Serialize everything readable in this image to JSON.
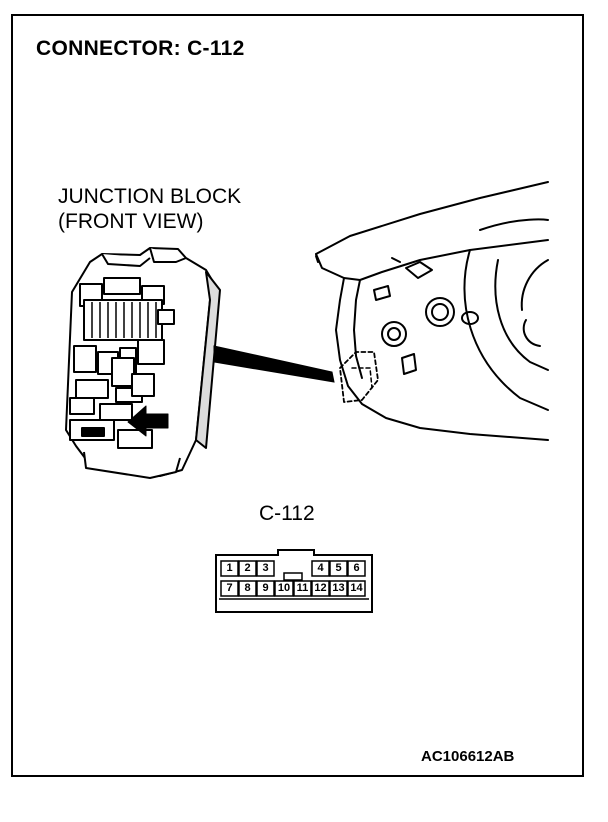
{
  "header": {
    "title": "CONNECTOR: C-112"
  },
  "junction_block": {
    "line1": "JUNCTION BLOCK",
    "line2": "(FRONT VIEW)"
  },
  "connector": {
    "label": "C-112",
    "top_row": [
      "1",
      "2",
      "3",
      "4",
      "5",
      "6"
    ],
    "bottom_row": [
      "7",
      "8",
      "9",
      "10",
      "11",
      "12",
      "13",
      "14"
    ]
  },
  "figure_id": "AC106612AB"
}
